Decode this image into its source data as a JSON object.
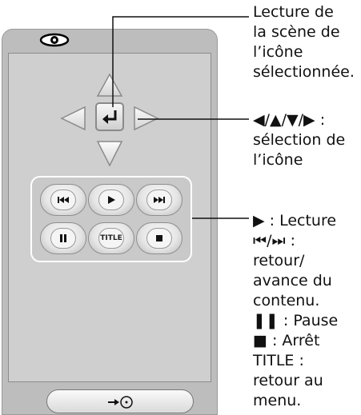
{
  "callouts": {
    "enter": "Lecture de\nla scène de\nl’icône\nsélectionnée.",
    "arrows": "◀/▲/▼/▶ :\nsélection de\nl’icône",
    "playback": "▶ : Lecture\n⏮/⏭ :\nretour/\navance du\ncontenu.\n❚❚ : Pause\n■ : Arrêt\nTITLE :\nretour au\nmenu."
  },
  "buttons": {
    "title_label": "TITLE"
  },
  "icons": {
    "eye": "eye-icon",
    "enter": "enter-arrow-icon",
    "up": "triangle-up-icon",
    "down": "triangle-down-icon",
    "left": "triangle-left-icon",
    "right": "triangle-right-icon",
    "previous": "previous-icon",
    "play": "play-icon",
    "next": "next-icon",
    "pause": "pause-icon",
    "stop": "stop-icon",
    "return": "return-to-disc-icon"
  },
  "colors": {
    "panel": "#bdbdbd",
    "inner": "#cfcfcf",
    "outline": "#ffffff",
    "text": "#111111"
  }
}
